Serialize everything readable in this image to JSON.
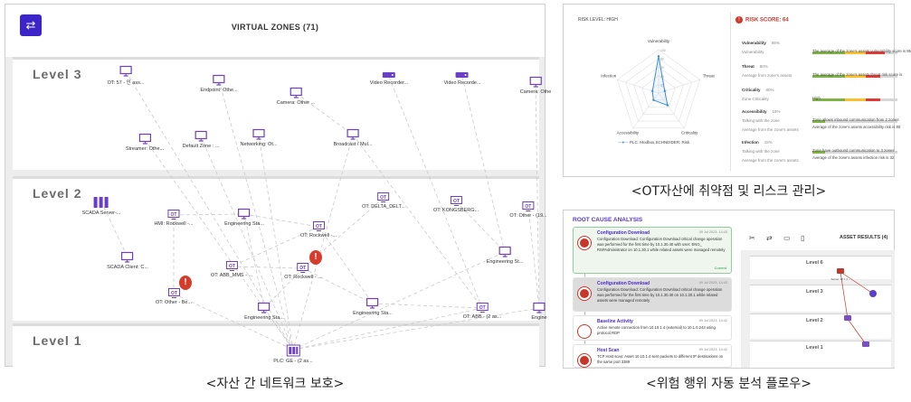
{
  "zones": {
    "title": "VIRTUAL ZONES (71)",
    "levels": [
      "Level 3",
      "Level 2",
      "Level 1"
    ],
    "nodes": [
      {
        "label": "OT: 57 - 인 ass...",
        "icon": "monitor-icon"
      },
      {
        "label": "Endpoint: Othe...",
        "icon": "monitor-icon"
      },
      {
        "label": "Camera: Other ...",
        "icon": "monitor-icon"
      },
      {
        "label": "Video Recorder...",
        "icon": "recorder-icon"
      },
      {
        "label": "Video Recorde...",
        "icon": "recorder-icon"
      },
      {
        "label": "Camera: Othe",
        "icon": "monitor-icon"
      },
      {
        "label": "Streamer: Othe...",
        "icon": "monitor-icon"
      },
      {
        "label": "Default Zone : ...",
        "icon": "monitor-icon"
      },
      {
        "label": "Networking: Ot...",
        "icon": "monitor-icon"
      },
      {
        "label": "Broadcast / Mul...",
        "icon": "monitor-icon"
      },
      {
        "label": "SCADA Server-...",
        "icon": "server-icon"
      },
      {
        "label": "HMI: Rockwell -...",
        "icon": "ot-icon"
      },
      {
        "label": "Engineering Sta...",
        "icon": "monitor-icon"
      },
      {
        "label": "OT: Rockwell -...",
        "icon": "ot-icon"
      },
      {
        "label": "OT: DELTA_DELT...",
        "icon": "ot-icon"
      },
      {
        "label": "OT: KONGSBERG...",
        "icon": "ot-icon"
      },
      {
        "label": "OT: Other - (19...",
        "icon": "ot-icon"
      },
      {
        "label": "SCADA Client: C...",
        "icon": "monitor-icon"
      },
      {
        "label": "OT: ABB_MMS - ...",
        "icon": "ot-icon"
      },
      {
        "label": "OT: Rockwell - ...",
        "icon": "ot-icon"
      },
      {
        "label": "Engineering Sta...",
        "icon": "monitor-icon"
      },
      {
        "label": "OT: Other - Be...",
        "icon": "ot-icon"
      },
      {
        "label": "Engineering Sta...",
        "icon": "monitor-icon"
      },
      {
        "label": "OT: ABB - (2 as...",
        "icon": "ot-icon"
      },
      {
        "label": "Engineering St...",
        "icon": "monitor-icon"
      },
      {
        "label": "Engine",
        "icon": "monitor-icon"
      },
      {
        "label": "PLC: GE - (2 as...",
        "icon": "plc-icon"
      }
    ],
    "alert_glyph": "!"
  },
  "risk": {
    "risk_level": "RISK LEVEL: HIGH",
    "risk_score": "RISK SCORE: 64",
    "radar_axes": [
      "Vulnerability",
      "Threat",
      "Criticality",
      "Accessibility",
      "Infection"
    ],
    "radar_values": [
      0.85,
      0.15,
      0.35,
      0.2,
      0.15
    ],
    "radar_ticks": [
      "100",
      "80",
      "60",
      "40",
      "20"
    ],
    "legend": "PLC: Modbus,SCHNEIDER: Risk",
    "metrics": [
      {
        "name": "Vulnerability",
        "pct": "85%",
        "sub": "Vulnerability",
        "desc": "The average of the zone's assets vulnerability score is 85",
        "score": 0.85
      },
      {
        "name": "Threat",
        "pct": "80%",
        "sub": "Average from zone's assets",
        "desc": "The average of the zone's assets threat risk score is",
        "score": 0.8
      },
      {
        "name": "Criticality",
        "pct": "80%",
        "sub": "Zone Criticality",
        "desc": "High",
        "score": 0.8
      },
      {
        "name": "Accessibility",
        "pct": "15%",
        "sub": "Talking with the zone",
        "sub2": "Average from the zone's assets",
        "desc": "Zone allows inbound communication from 2 zones",
        "desc2": "Average of the zone's assets accessibility risk is 80",
        "score": 0.15
      },
      {
        "name": "Infection",
        "pct": "15%",
        "sub": "Talking with the zone",
        "sub2": "Average from the zone's assets",
        "desc": "Zone have outbound communication to 3 zones",
        "desc2": "Average of the zone's assets infection risk is 32",
        "score": 0.15
      }
    ]
  },
  "rca": {
    "header": "ROOT CAUSE ANALYSIS",
    "events": [
      {
        "title": "Configuration Download",
        "date": "09 Jul 2023, 14:43",
        "body": "Configuration Download: Configuration Download critical change operation was performed for the first time by 10.1.30.40 with user: ENG_ RSPAdministrator on 10.1.30.1 while related assets were managed remotely",
        "tag": "Current"
      },
      {
        "title": "Configuration Download",
        "date": "09 Jul 2023, 14:43",
        "body": "Configuration Download: Configuration Download critical change operation was performed for the first time by 10.1.30.40 on 10.1.30.1 while related assets were managed remotely"
      },
      {
        "title": "Baseline Activity",
        "date": "09 Jul 2023, 14:42",
        "body": "Active remote connection from 10.10.1.4 (external) to 10.1.0.243 using protocol RDP"
      },
      {
        "title": "Host Scan",
        "date": "09 Jul 2023, 14:42",
        "body": "TCP Host scan: Asset 10.10.1.4 sent packets to different IP destinations on the same port 3389"
      }
    ],
    "toolbar": [
      "✂",
      "⇄",
      "▭",
      "▯"
    ],
    "asset_results": "ASSET RESULTS (4)",
    "mini_levels": [
      "Level 6",
      "Level 3",
      "Level 2",
      "Level 1"
    ]
  },
  "captions": {
    "risk": "<OT자산에 취약점 및 리스크 관리>",
    "zones": "<자산 간 네트워크 보호>",
    "rca": "<위험 행위 자동 분석 플로우>"
  }
}
